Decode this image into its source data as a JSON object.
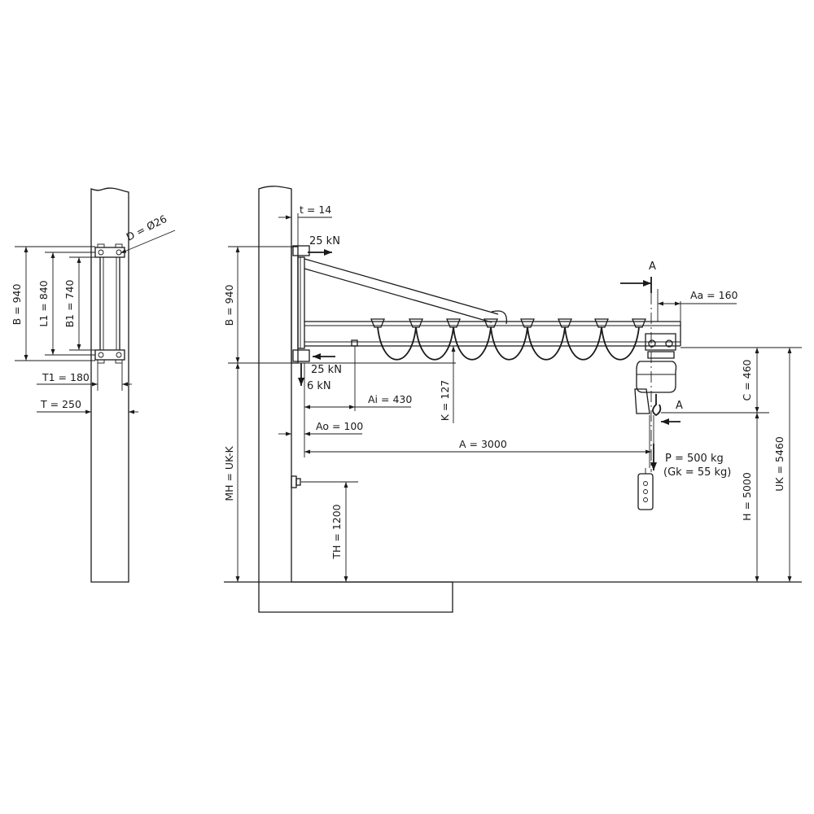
{
  "side_view": {
    "labels": {
      "B": "B = 940",
      "L1": "L1 = 840",
      "B1": "B1 = 740",
      "D": "D = Ø26",
      "T1": "T1 = 180",
      "T": "T = 250"
    }
  },
  "main_view": {
    "labels": {
      "t": "t = 14",
      "B": "B = 940",
      "force_top": "25 kN",
      "force_bottom": "25 kN",
      "force_vertical": "6 kN",
      "Ai": "Ai = 430",
      "K": "K = 127",
      "Ao": "Ao = 100",
      "A": "A = 3000",
      "MH": "MH = UK-K",
      "TH": "TH = 1200",
      "Aa": "Aa = 160",
      "section_top": "A",
      "section_bottom": "A",
      "C": "C = 460",
      "H": "H = 5000",
      "UK": "UK = 5460",
      "load_P": "P = 500 kg",
      "load_Gk": "(Gk = 55 kg)"
    }
  }
}
